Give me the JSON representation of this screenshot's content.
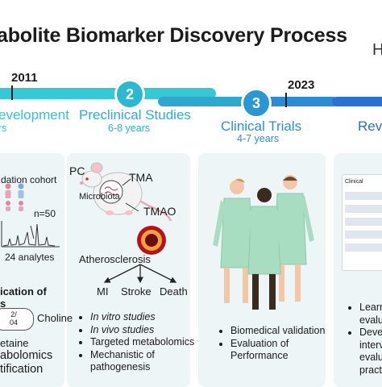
{
  "title": "abolite Biomarker Discovery Process",
  "title_tail": "H",
  "years": {
    "start": "2011",
    "current": "2023"
  },
  "stages": [
    {
      "number": "",
      "name": "evelopment",
      "duration": "rs",
      "color": "#2fc5d3"
    },
    {
      "number": "2",
      "name": "Preclinical Studies",
      "duration": "6-8 years",
      "color": "#29b7d0"
    },
    {
      "number": "3",
      "name": "Clinical Trials",
      "duration": "4-7 years",
      "color": "#2a92d1"
    },
    {
      "number": "",
      "name": "Revie",
      "duration": "",
      "color": "#2a6fd0"
    }
  ],
  "panel1": {
    "cohort_label": "dation cohort",
    "n_label": "n=50",
    "analytes_label": "24 analytes",
    "section_label_1": "ication of",
    "section_label_2": "s",
    "compound_box": "2/\n04",
    "compound_name": "Choline",
    "betaine": "etaine",
    "bottom_1": "abolomics",
    "bottom_2": "tification"
  },
  "panel2": {
    "pc": "PC",
    "tma": "TMA",
    "microbiota": "Microbiota",
    "tmao": "TMAO",
    "atherosclerosis": "Atherosclerosis",
    "outcomes": [
      "MI",
      "Stroke",
      "Death"
    ],
    "bullets": [
      "In vitro studies",
      "In vivo studies",
      "Targeted metabolomics",
      "Mechanistic of",
      "pathogenesis"
    ]
  },
  "panel3": {
    "bullets": [
      "Biomedical validation",
      "Evaluation of",
      "Performance"
    ]
  },
  "panel4": {
    "doc_label": "Clinical",
    "bullets": [
      "Learn",
      "evalu",
      "Devel",
      "interv",
      "evalu",
      "pract"
    ]
  }
}
